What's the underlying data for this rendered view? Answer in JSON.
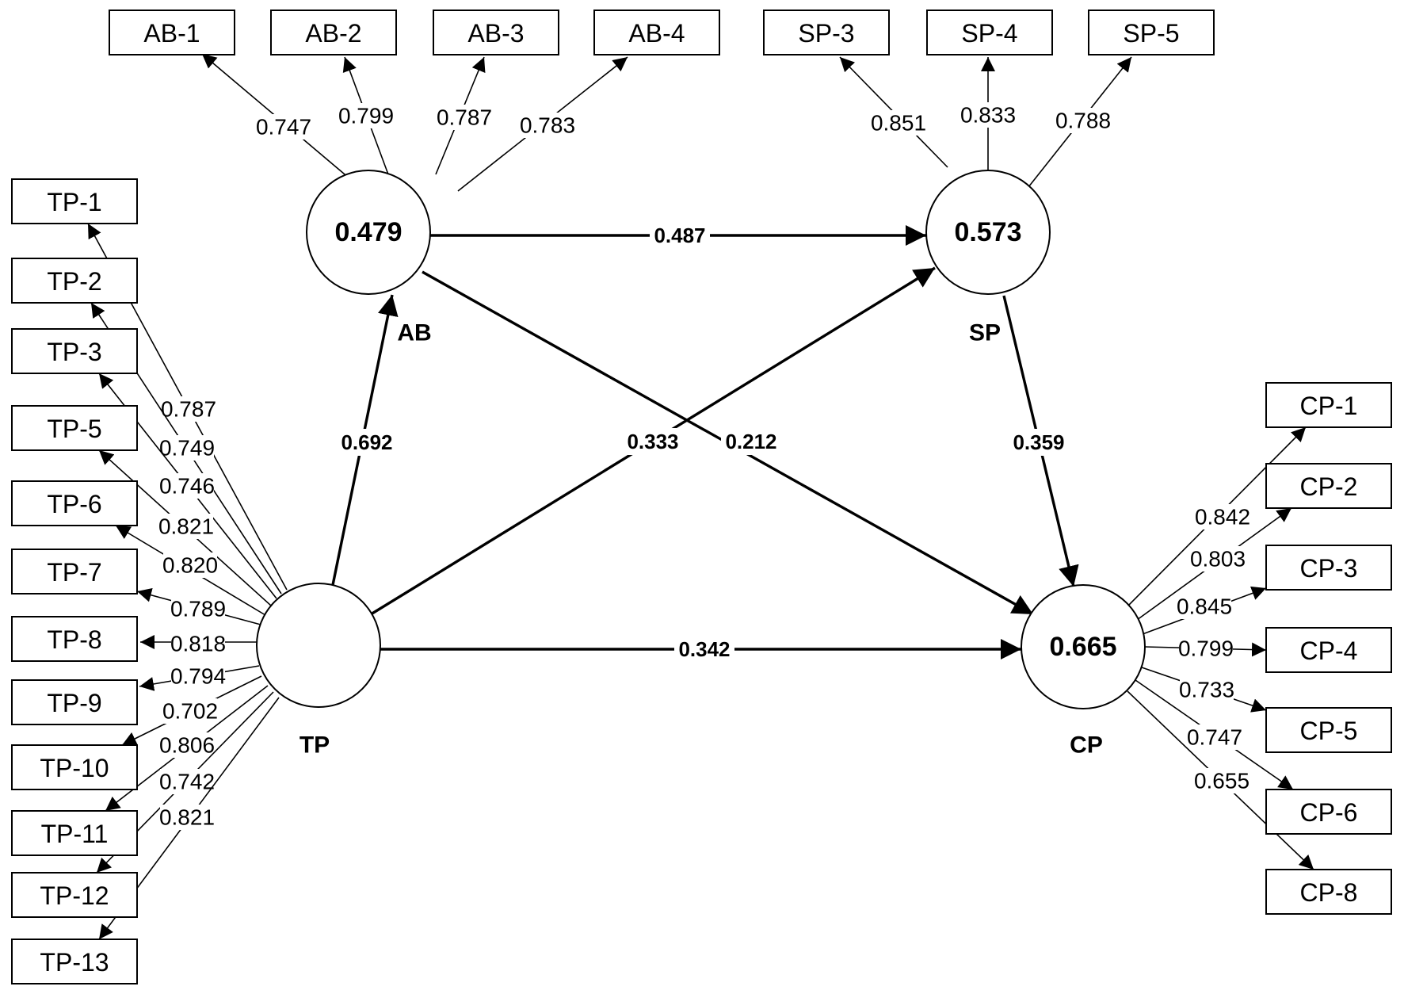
{
  "constructs": {
    "AB": {
      "name": "AB",
      "r2": "0.479"
    },
    "SP": {
      "name": "SP",
      "r2": "0.573"
    },
    "CP": {
      "name": "CP",
      "r2": "0.665"
    },
    "TP": {
      "name": "TP",
      "r2": ""
    }
  },
  "loadings": {
    "AB": [
      {
        "indicator": "AB-1",
        "value": "0.747"
      },
      {
        "indicator": "AB-2",
        "value": "0.799"
      },
      {
        "indicator": "AB-3",
        "value": "0.787"
      },
      {
        "indicator": "AB-4",
        "value": "0.783"
      }
    ],
    "SP": [
      {
        "indicator": "SP-3",
        "value": "0.851"
      },
      {
        "indicator": "SP-4",
        "value": "0.833"
      },
      {
        "indicator": "SP-5",
        "value": "0.788"
      }
    ],
    "TP": [
      {
        "indicator": "TP-1",
        "value": "0.787"
      },
      {
        "indicator": "TP-2",
        "value": "0.749"
      },
      {
        "indicator": "TP-3",
        "value": "0.746"
      },
      {
        "indicator": "TP-5",
        "value": "0.821"
      },
      {
        "indicator": "TP-6",
        "value": "0.820"
      },
      {
        "indicator": "TP-7",
        "value": "0.789"
      },
      {
        "indicator": "TP-8",
        "value": "0.818"
      },
      {
        "indicator": "TP-9",
        "value": "0.794"
      },
      {
        "indicator": "TP-10",
        "value": "0.702"
      },
      {
        "indicator": "TP-11",
        "value": "0.806"
      },
      {
        "indicator": "TP-12",
        "value": "0.742"
      },
      {
        "indicator": "TP-13",
        "value": "0.821"
      }
    ],
    "CP": [
      {
        "indicator": "CP-1",
        "value": "0.842"
      },
      {
        "indicator": "CP-2",
        "value": "0.803"
      },
      {
        "indicator": "CP-3",
        "value": "0.845"
      },
      {
        "indicator": "CP-4",
        "value": "0.799"
      },
      {
        "indicator": "CP-5",
        "value": "0.733"
      },
      {
        "indicator": "CP-6",
        "value": "0.747"
      },
      {
        "indicator": "CP-8",
        "value": "0.655"
      }
    ]
  },
  "paths": [
    {
      "from": "TP",
      "to": "AB",
      "value": "0.692"
    },
    {
      "from": "AB",
      "to": "SP",
      "value": "0.487"
    },
    {
      "from": "TP",
      "to": "SP",
      "value": "0.333"
    },
    {
      "from": "AB",
      "to": "CP",
      "value": "0.212"
    },
    {
      "from": "SP",
      "to": "CP",
      "value": "0.359"
    },
    {
      "from": "TP",
      "to": "CP",
      "value": "0.342"
    }
  ]
}
